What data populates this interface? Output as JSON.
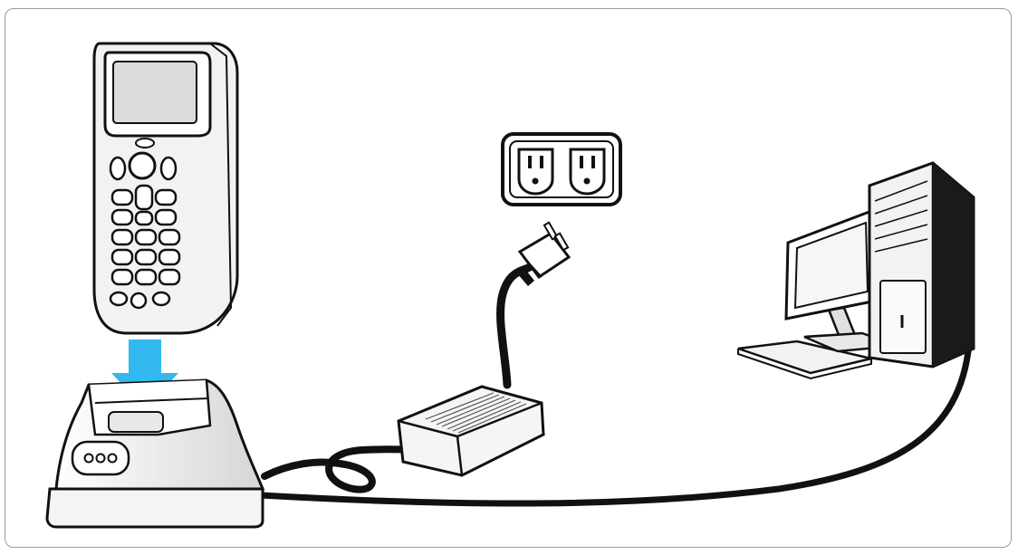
{
  "diagram": {
    "components": [
      {
        "name": "handheld-terminal",
        "icon": "barcode-terminal-icon"
      },
      {
        "name": "cradle",
        "icon": "charging-cradle-icon"
      },
      {
        "name": "wall-outlet",
        "icon": "wall-outlet-icon"
      },
      {
        "name": "ac-plug",
        "icon": "power-plug-icon"
      },
      {
        "name": "power-adapter",
        "icon": "power-adapter-icon"
      },
      {
        "name": "desktop-computer",
        "icon": "desktop-pc-icon"
      }
    ],
    "colors": {
      "arrow": "#33b8f0",
      "line": "#111111",
      "frame": "#9a9a9a"
    }
  }
}
